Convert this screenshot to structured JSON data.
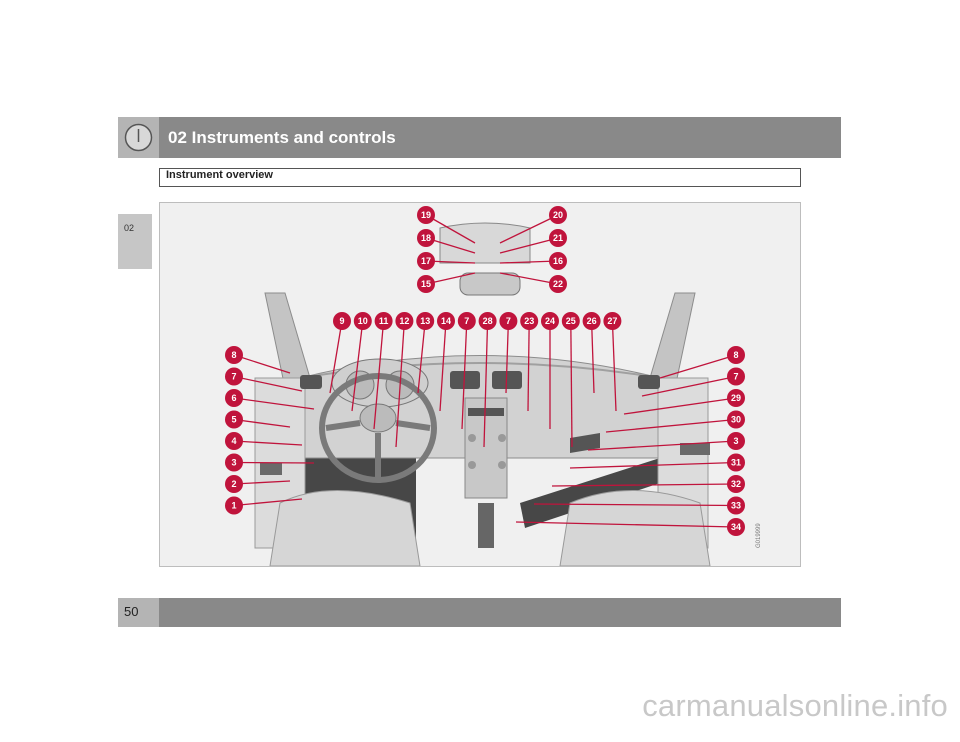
{
  "header": {
    "chapter_title": "02 Instruments and controls"
  },
  "subheader": {
    "section_title": "Instrument overview"
  },
  "side_tab": {
    "label": "02"
  },
  "footer": {
    "page_number": "50"
  },
  "watermark": {
    "text": "carmanualsonline.info"
  },
  "colors": {
    "header_gray": "#898989",
    "badge_red": "#c0143c",
    "figure_bg": "#f0f0f0"
  },
  "figure": {
    "callouts_left": [
      "8",
      "7",
      "6",
      "5",
      "4",
      "3",
      "2",
      "1"
    ],
    "callouts_top": [
      "9",
      "10",
      "11",
      "12",
      "13",
      "14",
      "7",
      "28",
      "7",
      "23",
      "24",
      "25",
      "26",
      "27"
    ],
    "callouts_mirror_left": [
      "19",
      "18",
      "17",
      "15"
    ],
    "callouts_mirror_right": [
      "20",
      "21",
      "16",
      "22"
    ],
    "callouts_right": [
      "8",
      "7",
      "29",
      "30",
      "3",
      "31",
      "32",
      "33",
      "34"
    ]
  }
}
